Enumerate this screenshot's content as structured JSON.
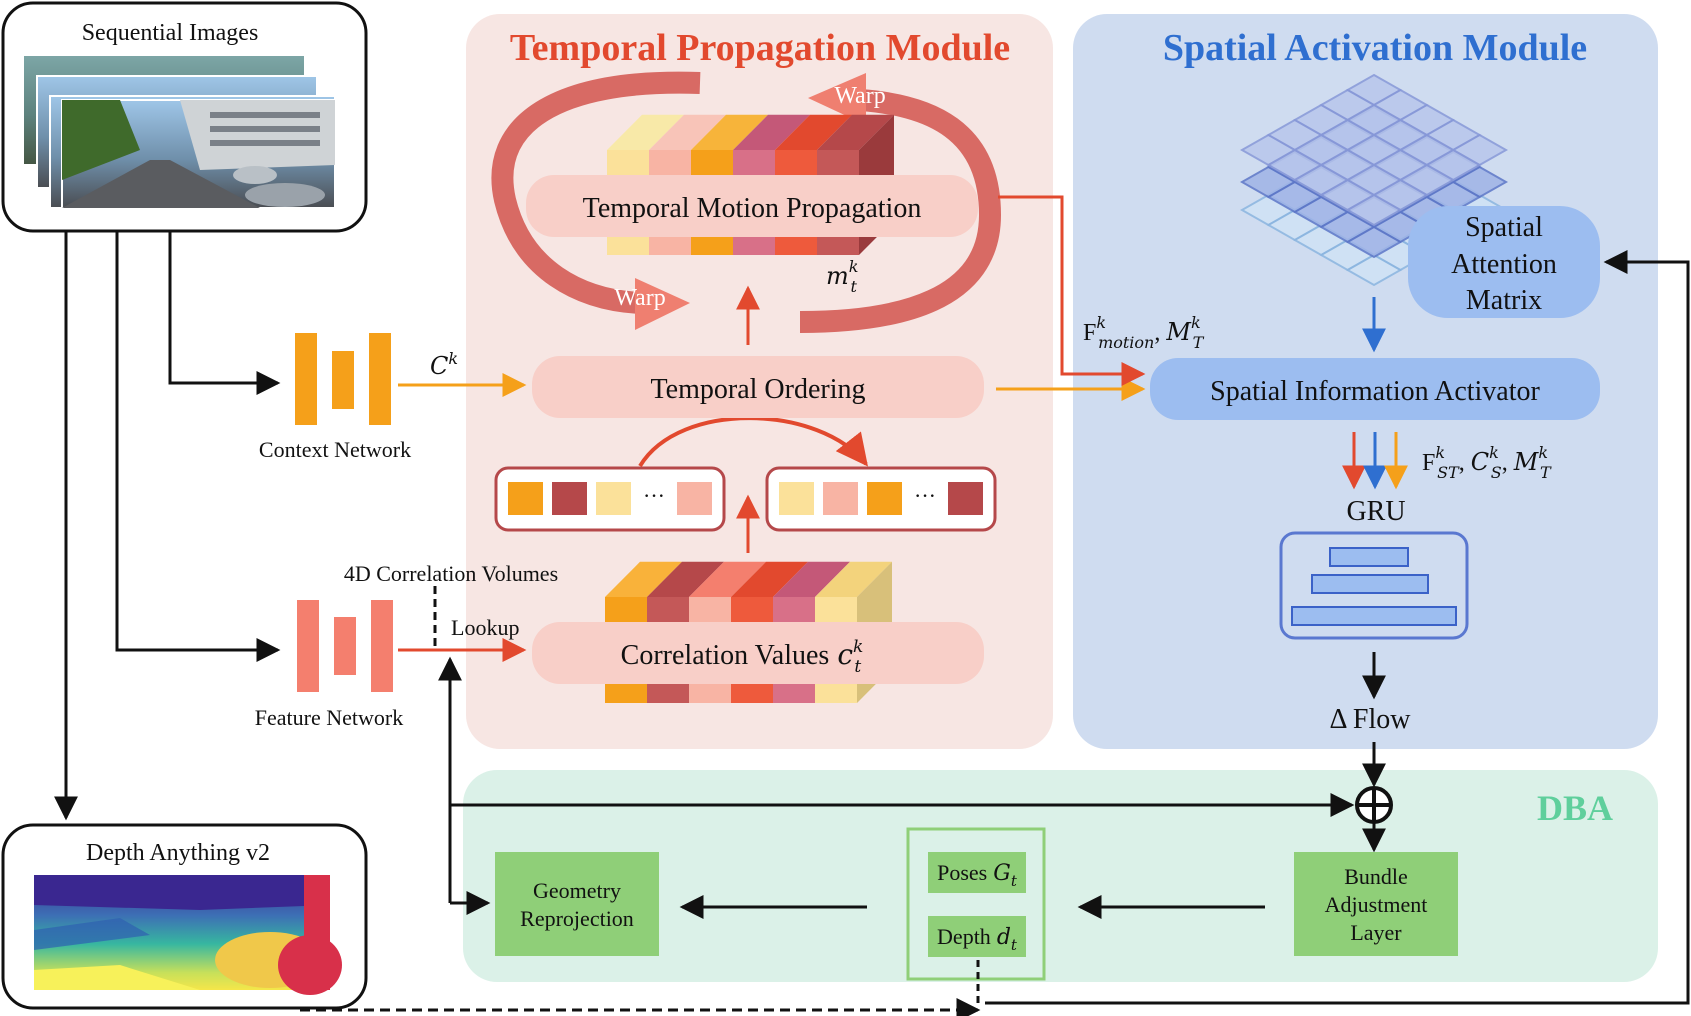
{
  "modules": {
    "temporal_title": "Temporal Propagation Module",
    "spatial_title": "Spatial Activation Module",
    "dba_title": "DBA"
  },
  "inputs": {
    "sequential_images": "Sequential Images",
    "depth_anything": "Depth Anything v2"
  },
  "networks": {
    "context": "Context Network",
    "feature": "Feature Network",
    "context_out": "C",
    "context_out_sup": "k"
  },
  "correlation": {
    "volumes_label": "4D Correlation Volumes",
    "lookup_label": "Lookup",
    "values_label": "Correlation Values",
    "values_sym": "c",
    "values_sup": "k",
    "values_sub": "t",
    "ellipsis": "···"
  },
  "temporal": {
    "ordering": "Temporal Ordering",
    "motion_propagation": "Temporal Motion Propagation",
    "warp_top": "Warp",
    "warp_bottom": "Warp",
    "motion_sym": "m",
    "motion_sup": "k",
    "motion_sub": "t"
  },
  "spatial": {
    "attention_line1": "Spatial",
    "attention_line2": "Attention",
    "attention_line3": "Matrix",
    "activator": "Spatial Information Activator",
    "input_label_F": "F",
    "input_label_F_sup": "k",
    "input_label_F_sub": "motion",
    "input_label_M": "M",
    "input_label_M_sup": "k",
    "input_label_M_sub": "T",
    "output_label_F_sub": "ST",
    "output_label_C": "C",
    "output_label_C_sub": "S"
  },
  "gru": {
    "label": "GRU",
    "delta_flow": "Δ Flow"
  },
  "dba": {
    "geometry_line1": "Geometry",
    "geometry_line2": "Reprojection",
    "poses_label": "Poses",
    "poses_sym": "G",
    "poses_sub": "t",
    "depth_label": "Depth",
    "depth_sym": "d",
    "depth_sub": "t",
    "bundle_line1": "Bundle",
    "bundle_line2": "Adjustment",
    "bundle_line3": "Layer"
  },
  "colors": {
    "temporal_bg": "#f7e6e3",
    "temporal_title": "#e2492e",
    "spatial_bg": "#cfdcf0",
    "spatial_title": "#2f6fd0",
    "dba_bg": "#dbf1e8",
    "dba_title": "#5fcf9c",
    "pill_pink": "#f8cfc8",
    "pill_blue": "#9cbdf0",
    "green_box": "#8fcf78",
    "orange": "#f5a01a",
    "salmon": "#f47f6e",
    "red": "#e2492e",
    "blue": "#2f6fd0"
  }
}
